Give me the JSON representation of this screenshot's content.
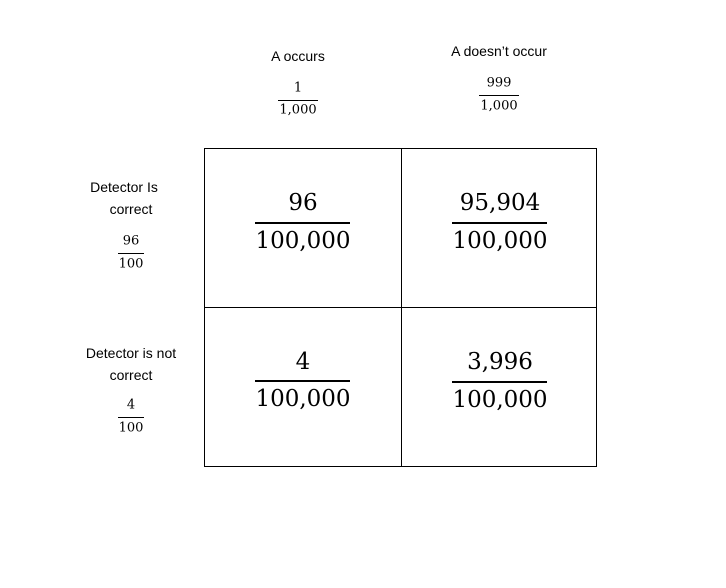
{
  "columns": [
    {
      "label": "A occurs",
      "prob": {
        "num": "1",
        "den": "1,000"
      }
    },
    {
      "label": "A doesn’t occur",
      "prob": {
        "num": "999",
        "den": "1,000"
      }
    }
  ],
  "rows": [
    {
      "label_line1": "Detector Is",
      "label_line2": "correct",
      "prob": {
        "num": "96",
        "den": "100"
      }
    },
    {
      "label_line1": "Detector is not",
      "label_line2": "correct",
      "prob": {
        "num": "4",
        "den": "100"
      }
    }
  ],
  "cells": [
    [
      {
        "num": "96",
        "den": "100,000"
      },
      {
        "num": "95,904",
        "den": "100,000"
      }
    ],
    [
      {
        "num": "4",
        "den": "100,000"
      },
      {
        "num": "3,996",
        "den": "100,000"
      }
    ]
  ]
}
